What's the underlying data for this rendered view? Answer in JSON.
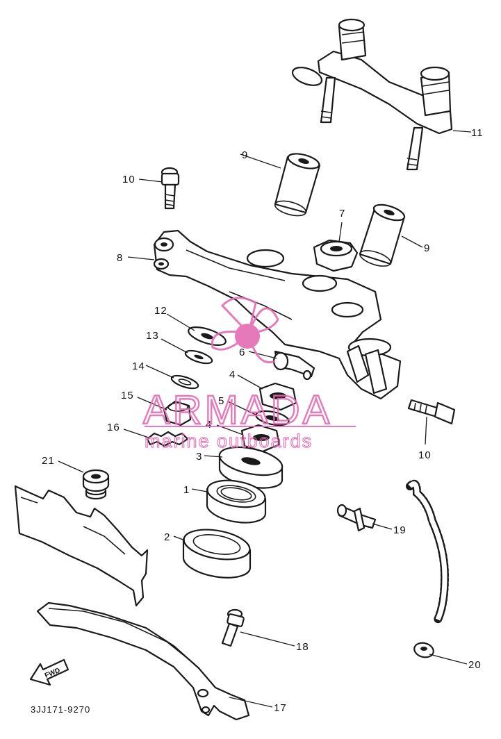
{
  "diagram": {
    "drawing_code": "3JJ171-9270",
    "direction_label": "FWD",
    "callouts": {
      "c1": "1",
      "c2": "2",
      "c3": "3",
      "c4a": "4",
      "c4b": "4",
      "c5": "5",
      "c6": "6",
      "c7": "7",
      "c8": "8",
      "c9a": "9",
      "c9b": "9",
      "c10a": "10",
      "c10b": "10",
      "c11": "11",
      "c12": "12",
      "c13": "13",
      "c14": "14",
      "c15": "15",
      "c16": "16",
      "c17": "17",
      "c18": "18",
      "c19": "19",
      "c20": "20",
      "c21": "21"
    }
  },
  "watermark": {
    "brand": "ARMADA",
    "tagline": "marine outboards",
    "color": "#e46bb2"
  }
}
